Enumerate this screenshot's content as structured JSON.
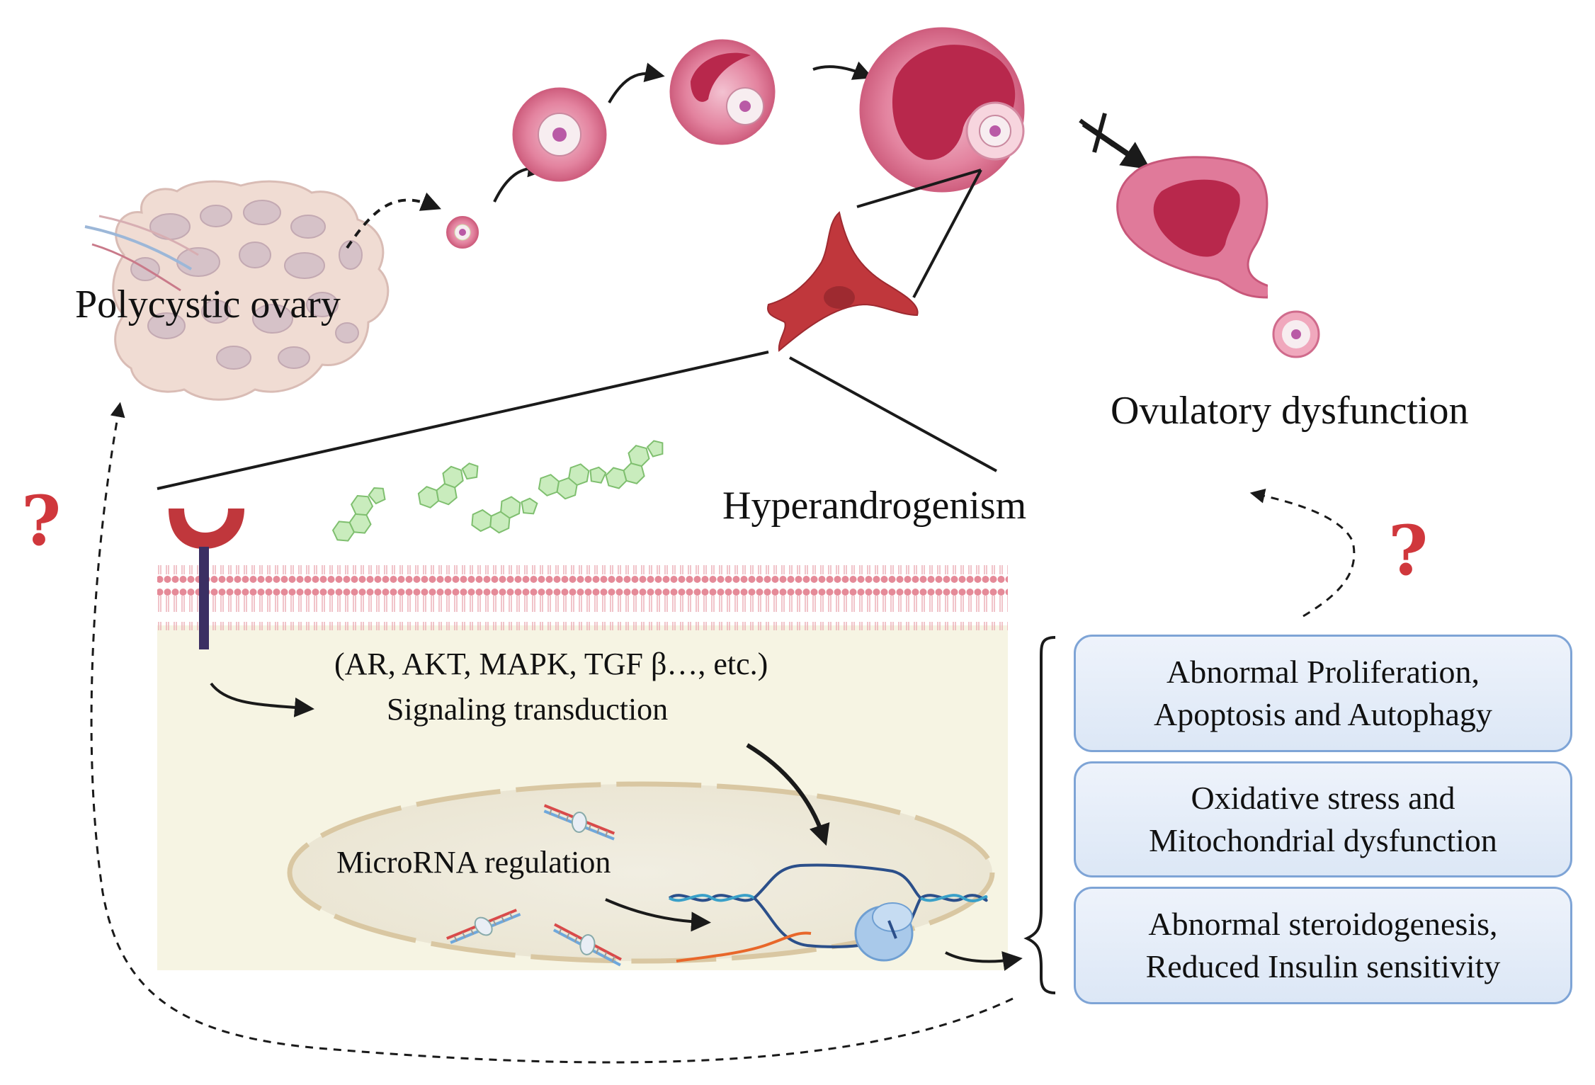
{
  "labels": {
    "polycystic_ovary": "Polycystic  ovary",
    "ovulatory_dysfunction": "Ovulatory dysfunction",
    "hyperandrogenism": "Hyperandrogenism",
    "signaling_pathways": "(AR, AKT, MAPK, TGF β…, etc.)",
    "signaling_transduction": "Signaling transduction",
    "microrna_regulation": "MicroRNA regulation"
  },
  "question_marks": {
    "left": "?",
    "right": "?"
  },
  "outcome_boxes": [
    {
      "line1": "Abnormal Proliferation,",
      "line2": "Apoptosis and Autophagy"
    },
    {
      "line1": "Oxidative stress and",
      "line2": "Mitochondrial dysfunction"
    },
    {
      "line1": "Abnormal steroidogenesis,",
      "line2": "Reduced Insulin sensitivity"
    }
  ],
  "colors": {
    "question_mark": "#d0373c",
    "follicle_pink": "#e07a9a",
    "antrum_red": "#b8284c",
    "theca_cell": "#c0373c",
    "androgen_green": "#b7e1a8",
    "box_border": "#7ea4d6",
    "box_fill": "#e3ecf8",
    "cytoplasm": "#f6f4e3",
    "membrane": "#e58a98"
  },
  "icons": [
    "polycystic-ovary-icon",
    "follicle-icon",
    "antral-follicle-icon",
    "ruptured-follicle-icon",
    "oocyte-icon",
    "theca-cell-icon",
    "androgen-molecule-icon",
    "receptor-icon",
    "dna-icon",
    "microrna-icon",
    "ribosome-icon",
    "blocked-arrow-icon"
  ]
}
